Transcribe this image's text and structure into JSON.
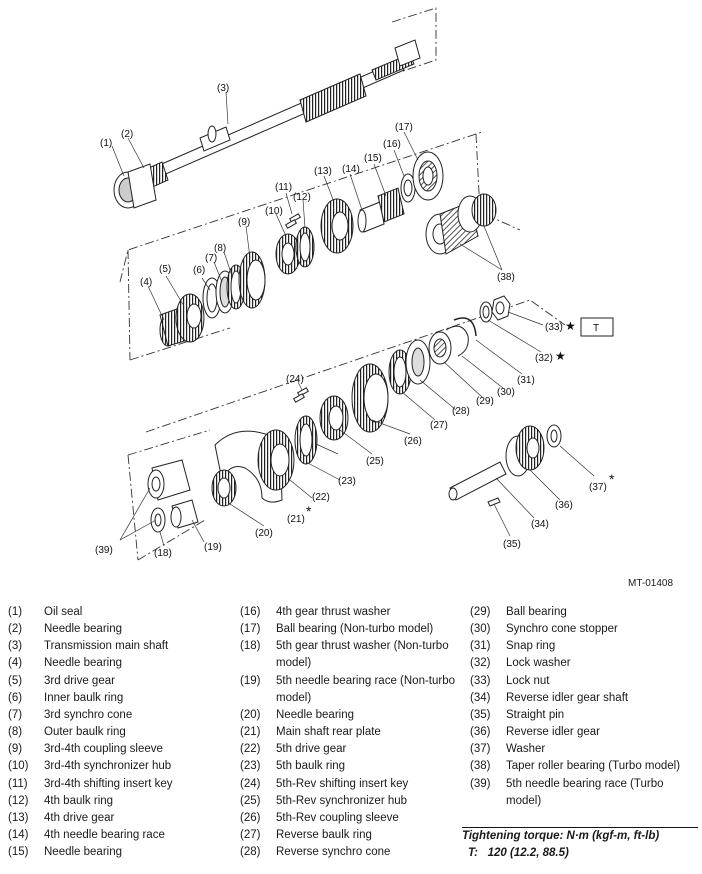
{
  "figure_id": "MT-01408",
  "callouts": {
    "c1": "(1)",
    "c2": "(2)",
    "c3": "(3)",
    "c4": "(4)",
    "c5": "(5)",
    "c6": "(6)",
    "c7": "(7)",
    "c8": "(8)",
    "c9": "(9)",
    "c10": "(10)",
    "c11": "(11)",
    "c12": "(12)",
    "c13": "(13)",
    "c14": "(14)",
    "c15": "(15)",
    "c16": "(16)",
    "c17": "(17)",
    "c18": "(18)",
    "c19": "(19)",
    "c20": "(20)",
    "c21": "(21)",
    "c22": "(22)",
    "c23": "(23)",
    "c24": "(24)",
    "c25": "(25)",
    "c26": "(26)",
    "c27": "(27)",
    "c28": "(28)",
    "c29": "(29)",
    "c30": "(30)",
    "c31": "(31)",
    "c32": "(32)",
    "c33": "(33)",
    "c34": "(34)",
    "c35": "(35)",
    "c36": "(36)",
    "c37": "(37)",
    "c38": "(38)",
    "c39": "(39)"
  },
  "marks": {
    "star": "★",
    "asterisk": "*",
    "torque_box": "T"
  },
  "legend": {
    "col1": [
      {
        "num": "(1)",
        "text": "Oil seal"
      },
      {
        "num": "(2)",
        "text": "Needle bearing"
      },
      {
        "num": "(3)",
        "text": "Transmission main shaft"
      },
      {
        "num": "(4)",
        "text": "Needle bearing"
      },
      {
        "num": "(5)",
        "text": "3rd drive gear"
      },
      {
        "num": "(6)",
        "text": "Inner baulk ring"
      },
      {
        "num": "(7)",
        "text": "3rd synchro cone"
      },
      {
        "num": "(8)",
        "text": "Outer baulk ring"
      },
      {
        "num": "(9)",
        "text": "3rd-4th coupling sleeve"
      },
      {
        "num": "(10)",
        "text": "3rd-4th synchronizer hub"
      },
      {
        "num": "(11)",
        "text": "3rd-4th shifting insert key"
      },
      {
        "num": "(12)",
        "text": "4th baulk ring"
      },
      {
        "num": "(13)",
        "text": "4th drive gear"
      },
      {
        "num": "(14)",
        "text": "4th needle bearing race"
      },
      {
        "num": "(15)",
        "text": "Needle bearing"
      }
    ],
    "col2": [
      {
        "num": "(16)",
        "text": "4th gear thrust washer"
      },
      {
        "num": "(17)",
        "text": "Ball bearing (Non-turbo model)"
      },
      {
        "num": "(18)",
        "text": "5th gear thrust washer (Non-turbo model)"
      },
      {
        "num": "(19)",
        "text": "5th needle bearing race (Non-turbo model)"
      },
      {
        "num": "(20)",
        "text": "Needle bearing"
      },
      {
        "num": "(21)",
        "text": "Main shaft rear plate"
      },
      {
        "num": "(22)",
        "text": "5th drive gear"
      },
      {
        "num": "(23)",
        "text": "5th baulk ring"
      },
      {
        "num": "(24)",
        "text": "5th-Rev shifting insert key"
      },
      {
        "num": "(25)",
        "text": "5th-Rev synchronizer hub"
      },
      {
        "num": "(26)",
        "text": "5th-Rev coupling sleeve"
      },
      {
        "num": "(27)",
        "text": "Reverse baulk ring"
      },
      {
        "num": "(28)",
        "text": "Reverse synchro cone"
      }
    ],
    "col3": [
      {
        "num": "(29)",
        "text": "Ball bearing"
      },
      {
        "num": "(30)",
        "text": "Synchro cone stopper"
      },
      {
        "num": "(31)",
        "text": "Snap ring"
      },
      {
        "num": "(32)",
        "text": "Lock washer"
      },
      {
        "num": "(33)",
        "text": "Lock nut"
      },
      {
        "num": "(34)",
        "text": "Reverse idler gear shaft"
      },
      {
        "num": "(35)",
        "text": "Straight pin"
      },
      {
        "num": "(36)",
        "text": "Reverse idler gear"
      },
      {
        "num": "(37)",
        "text": "Washer"
      },
      {
        "num": "(38)",
        "text": "Taper roller bearing (Turbo model)"
      },
      {
        "num": "(39)",
        "text": "5th needle bearing race (Turbo model)"
      }
    ]
  },
  "torque": {
    "heading": "Tightening torque: N·m (kgf-m, ft-lb)",
    "label": "T:",
    "value": "120 (12.2, 88.5)"
  }
}
